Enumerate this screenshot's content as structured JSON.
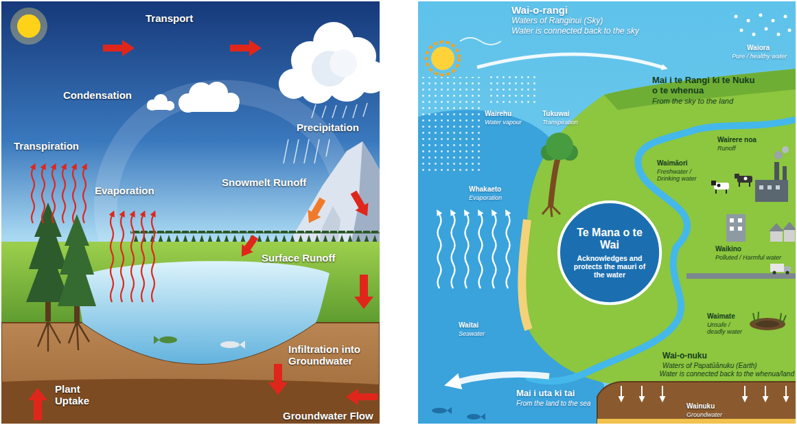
{
  "diagram": {
    "nodes": [
      {
        "text": [
          "Te Mana o te Wai",
          "Acknowledges and protects the mauri of the water"
        ]
      }
    ],
    "labels": [
      "Transport",
      "Condensation",
      "Precipitation",
      "Transpiration",
      "Snowmelt Runoff",
      "Evaporation",
      "Surface Runoff",
      "Infiltration into Groundwater",
      "Plant Uptake",
      "Groundwater Flow",
      "Wai-o-rangi",
      "Waters of Ranginui (Sky)",
      "Water is connected back to the sky",
      "Waiora",
      "Pure / healthy water",
      "Mai i te Rangi ki te Nuku o te whenua",
      "From the sky to the land",
      "Wairehu",
      "Water vapour",
      "Tukuwai",
      "Transpiration",
      "Wairere noa",
      "Runoff",
      "Waimāori",
      "Freshwater / Drinking water",
      "Whakaeto",
      "Evaporation",
      "Waikino",
      "Polluted / Harmful water",
      "Waitai",
      "Seawater",
      "Waimate",
      "Unsafe / deadly water",
      "Wai-o-nuku",
      "Waters of Papatūānuku (Earth)",
      "Water is connected back to the whenua/land",
      "Mai i uta ki tai",
      "From the land to the sea",
      "Wainuku",
      "Groundwater"
    ]
  }
}
